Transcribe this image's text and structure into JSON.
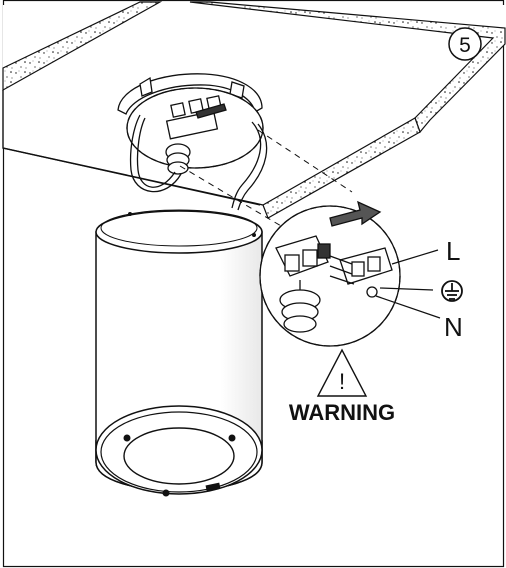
{
  "step": {
    "number": "5"
  },
  "terminals": {
    "live": "L",
    "neutral": "N",
    "earth_symbol": "ground-icon"
  },
  "warning": {
    "text": "WARNING",
    "mark": "!"
  },
  "colors": {
    "line": "#111111",
    "background": "#ffffff"
  }
}
